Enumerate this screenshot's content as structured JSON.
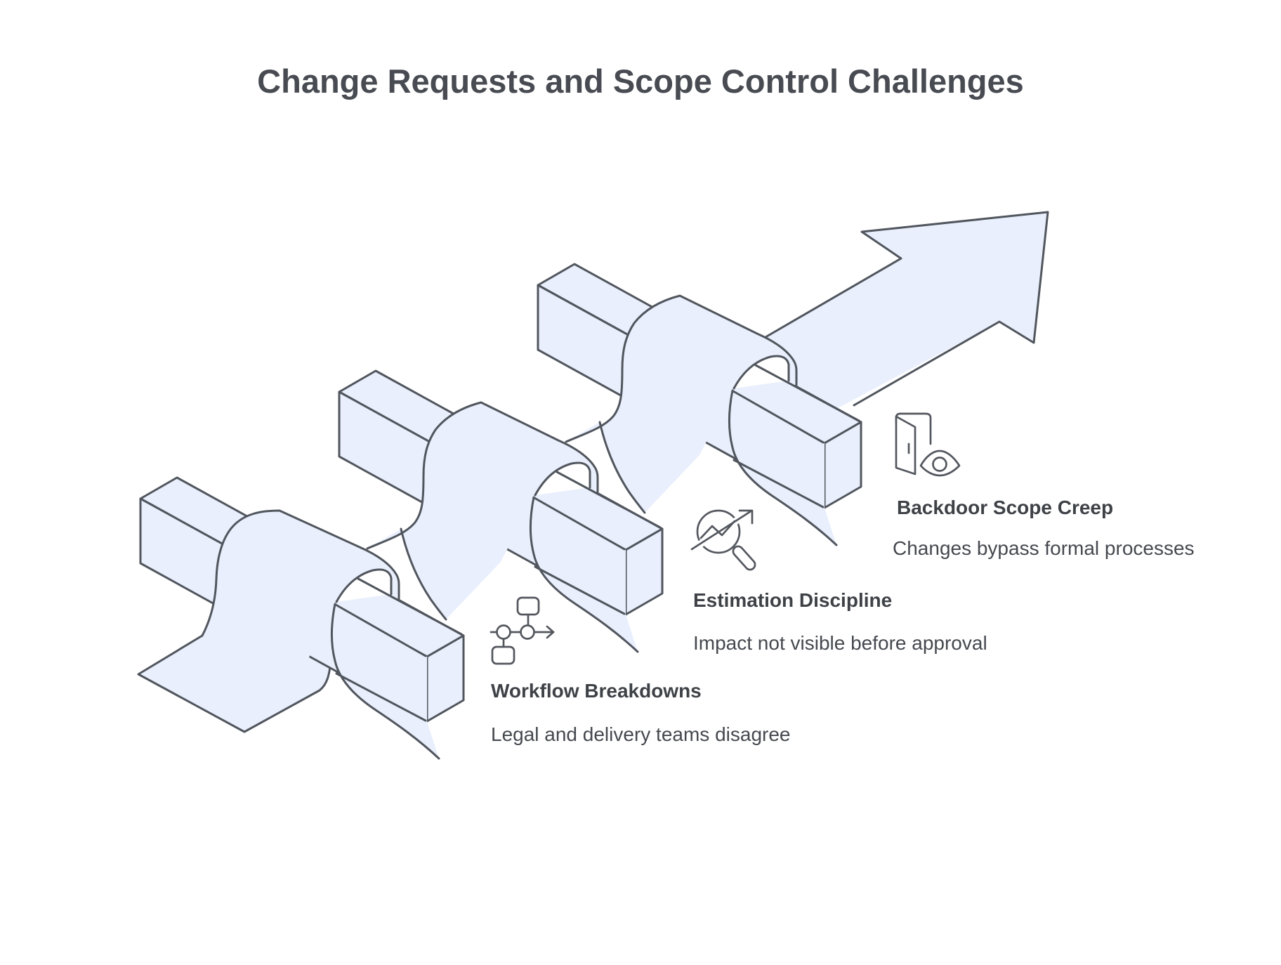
{
  "title": "Change Requests and Scope Control Challenges",
  "colors": {
    "background": "#ffffff",
    "shape_fill": "#e9effc",
    "shape_stroke": "#51565e",
    "title_text": "#484c52",
    "label_title_text": "#3e4247",
    "label_body_text": "#45494f",
    "icon_stroke": "#53575e"
  },
  "illustration": {
    "kind": "arrow ribbon weaving over three bars",
    "arrow_direction": "up-right"
  },
  "items": [
    {
      "icon": "workflow-flowchart-icon",
      "title": "Workflow Breakdowns",
      "description": "Legal and delivery teams disagree"
    },
    {
      "icon": "trend-magnifier-icon",
      "title": "Estimation Discipline",
      "description": "Impact not visible before approval"
    },
    {
      "icon": "door-eye-icon",
      "title": "Backdoor Scope Creep",
      "description": "Changes bypass formal processes"
    }
  ]
}
